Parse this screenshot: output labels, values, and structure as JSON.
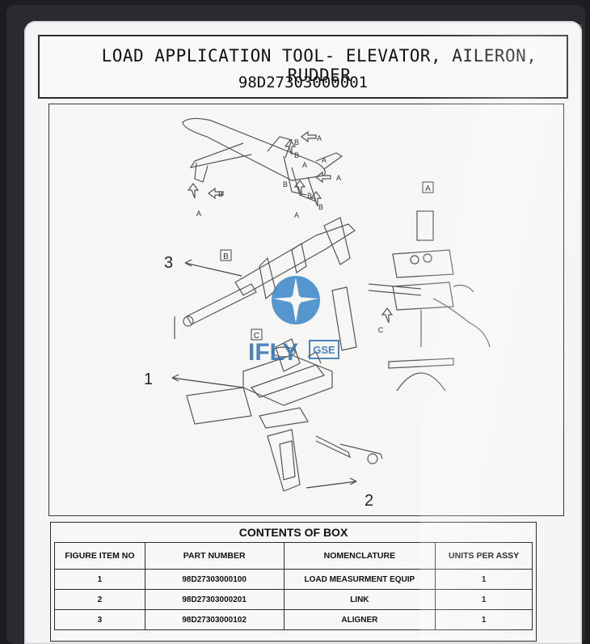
{
  "header": {
    "title": "LOAD APPLICATION TOOL- ELEVATOR, AILERON, RUDDER",
    "part_number": "98D27303000001"
  },
  "drawing": {
    "callouts": [
      "3",
      "1",
      "2"
    ],
    "view_labels": [
      "A",
      "B",
      "C"
    ],
    "arrow_letters": [
      "A",
      "A",
      "B",
      "B",
      "A",
      "B",
      "A",
      "B",
      "A",
      "B",
      "A",
      "B",
      "C"
    ],
    "watermark_brand": "IFLY",
    "watermark_suffix": "GSE"
  },
  "contents": {
    "title": "CONTENTS OF BOX",
    "headers": [
      "FIGURE ITEM NO",
      "PART NUMBER",
      "NOMENCLATURE",
      "UNITS PER ASSY"
    ],
    "rows": [
      [
        "1",
        "98D27303000100",
        "LOAD MEASURMENT EQUIP",
        "1"
      ],
      [
        "2",
        "98D27303000201",
        "LINK",
        "1"
      ],
      [
        "3",
        "98D27303000102",
        "ALIGNER",
        "1"
      ]
    ]
  }
}
